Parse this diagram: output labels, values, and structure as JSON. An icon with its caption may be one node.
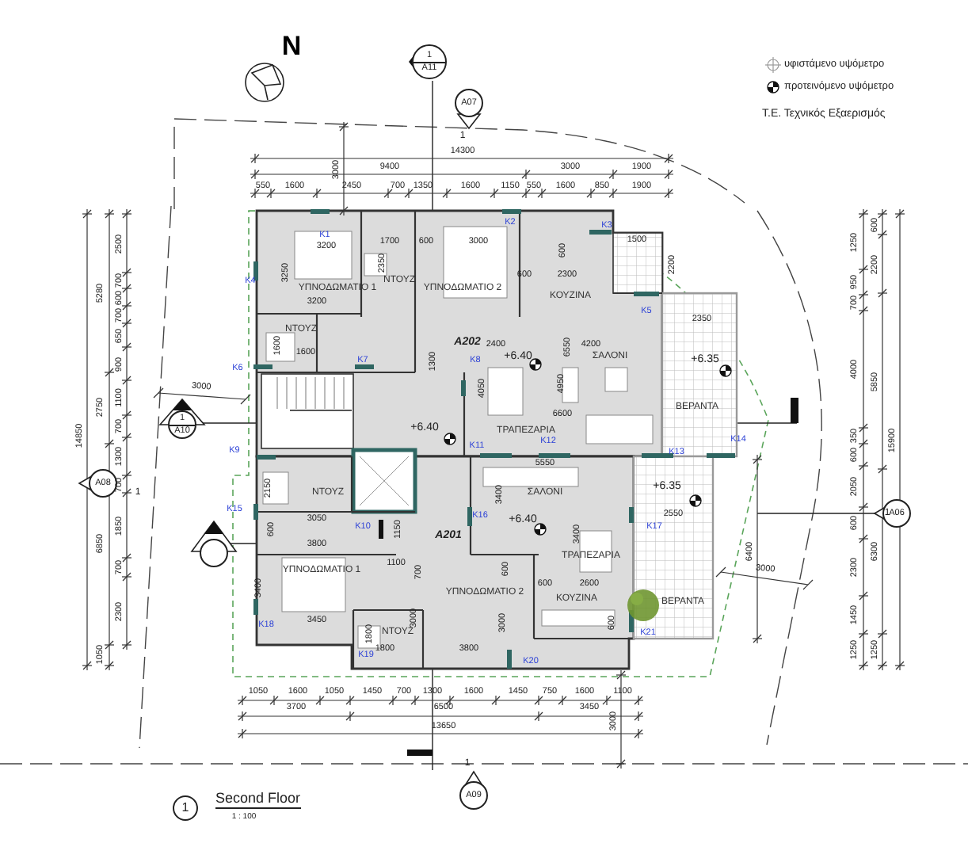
{
  "diagram": {
    "title": "Second Floor",
    "nodes": [
      {
        "text": [
          "1",
          "A11"
        ]
      },
      {
        "text": [
          "A07"
        ]
      },
      {
        "text": [
          "1",
          "A10"
        ]
      },
      {
        "text": [
          "A08"
        ]
      },
      {
        "text": [],
        "shape": "circle"
      },
      {
        "text": [
          "A06"
        ]
      },
      {
        "text": [
          "A09"
        ]
      },
      {
        "text": [
          "1"
        ]
      }
    ],
    "labels": [
      "N",
      "1",
      "14300",
      "3000",
      "9400",
      "3000",
      "1900",
      "550",
      "1600",
      "2450",
      "700",
      "1350",
      "1600",
      "1150",
      "550",
      "1600",
      "850",
      "1900",
      "Τ.Ε. Τεχνικός Εξαερισμός",
      "14850",
      "5280",
      "2750",
      "6850",
      "1050",
      "2500",
      "700",
      "600",
      "700",
      "650",
      "900",
      "1100",
      "700",
      "1300",
      "700",
      "1850",
      "700",
      "2300",
      "1",
      "3000",
      "K1",
      "3200",
      "1700",
      "600",
      "3000",
      "3250",
      "2350",
      "ΥΠΝΟΔΩΜΑΤΙΟ 1",
      "ΝΤΟΥΖ",
      "ΥΠΝΟΔΩΜΑΤΙΟ 2",
      "K4",
      "3200",
      "ΝΤΟΥΖ",
      "1600",
      "1600",
      "K6",
      "K7",
      "1300",
      "A202",
      "K8",
      "K2",
      "K3",
      "600",
      "1500",
      "2200",
      "600",
      "2300",
      "ΚΟΥΖΙΝΑ",
      "K5",
      "2350",
      "2400",
      "+6.40",
      "4200",
      "ΣΑΛΟΝΙ",
      "6550",
      "+6.35",
      "4050",
      "4950",
      "ΒΕΡΑΝΤΑ",
      "6600",
      "+6.40",
      "ΤΡΑΠΕΖΑΡΙΑ",
      "K11",
      "K12",
      "K13",
      "K14",
      "K9",
      "600",
      "1250",
      "2200",
      "950",
      "700",
      "4000",
      "5850",
      "350",
      "15900",
      "600",
      "2050",
      "1",
      "600",
      "6300",
      "2300",
      "1450",
      "1250",
      "1250",
      "5550",
      "2150",
      "ΝΤΟΥΖ",
      "ΣΑΛΟΝΙ",
      "+6.35",
      "K15",
      "K16",
      "+6.40",
      "3400",
      "600",
      "3050",
      "K10",
      "1150",
      "A201",
      "3400",
      "K17",
      "2550",
      "3800",
      "ΤΡΑΠΕΖΑΡΙΑ",
      "1100",
      "700",
      "ΥΠΝΟΔΩΜΑΤΙΟ 1",
      "600",
      "6400",
      "3000",
      "3400",
      "600",
      "2600",
      "ΥΠΝΟΔΩΜΑΤΙΟ 2",
      "ΚΟΥΖΙΝΑ",
      "ΒΕΡΑΝΤΑ",
      "3000",
      "3000",
      "600",
      "3450",
      "K18",
      "1800",
      "ΝΤΟΥΖ",
      "K21",
      "1800",
      "3800",
      "K19",
      "K20",
      "1050",
      "1600",
      "1050",
      "1450",
      "700",
      "1300",
      "1600",
      "1450",
      "750",
      "1600",
      "1100",
      "3700",
      "6500",
      "3450",
      "13650",
      "3000",
      "1",
      "1 : 100"
    ],
    "legend": [
      {
        "text": "υφιστάμενο υψόμετρο"
      },
      {
        "text": "προτεινόμενο υψόμετρο"
      }
    ]
  }
}
